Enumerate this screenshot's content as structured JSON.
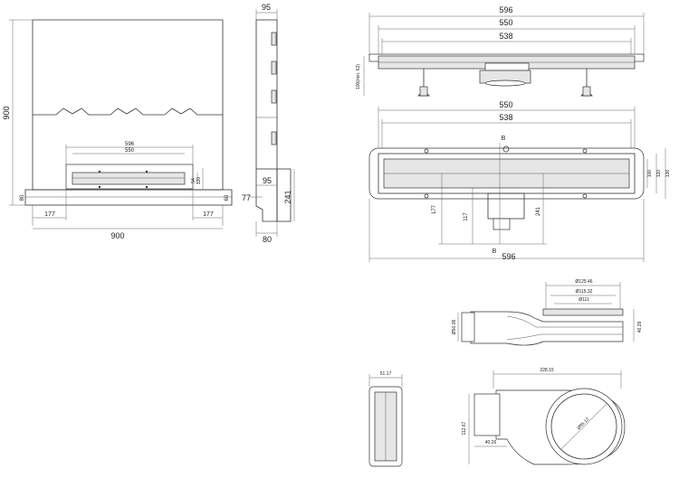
{
  "view_wall": {
    "w900": "900",
    "h900": "900",
    "d177a": "177",
    "d177b": "177",
    "d80": "80",
    "d60": "60",
    "d596": "596",
    "d550": "550",
    "d54": "54",
    "d120": "120"
  },
  "view_side": {
    "d95top": "95",
    "d95": "95",
    "d77": "77",
    "d241": "241",
    "d80": "80"
  },
  "view_front": {
    "d596": "596",
    "d550": "550",
    "d538": "538",
    "d100": "100(min. 62)"
  },
  "view_plan": {
    "d550": "550",
    "d538": "538",
    "d596": "596",
    "lblB1": "B",
    "lblB2": "B",
    "d100": "100",
    "d120": "120",
    "d136": "136",
    "d177": "177",
    "d117": "117",
    "d241": "241"
  },
  "view_trap_side": {
    "d125": "Ø125.46",
    "d115": "Ø115.32",
    "d111": "Ø111",
    "d50": "Ø50.08",
    "d46": "46.28"
  },
  "view_trap_left": {
    "d51": "51.17"
  },
  "view_trap_top": {
    "d228": "228.15",
    "d112": "112.67",
    "d40": "40.26",
    "d85": "Ø85.12"
  }
}
